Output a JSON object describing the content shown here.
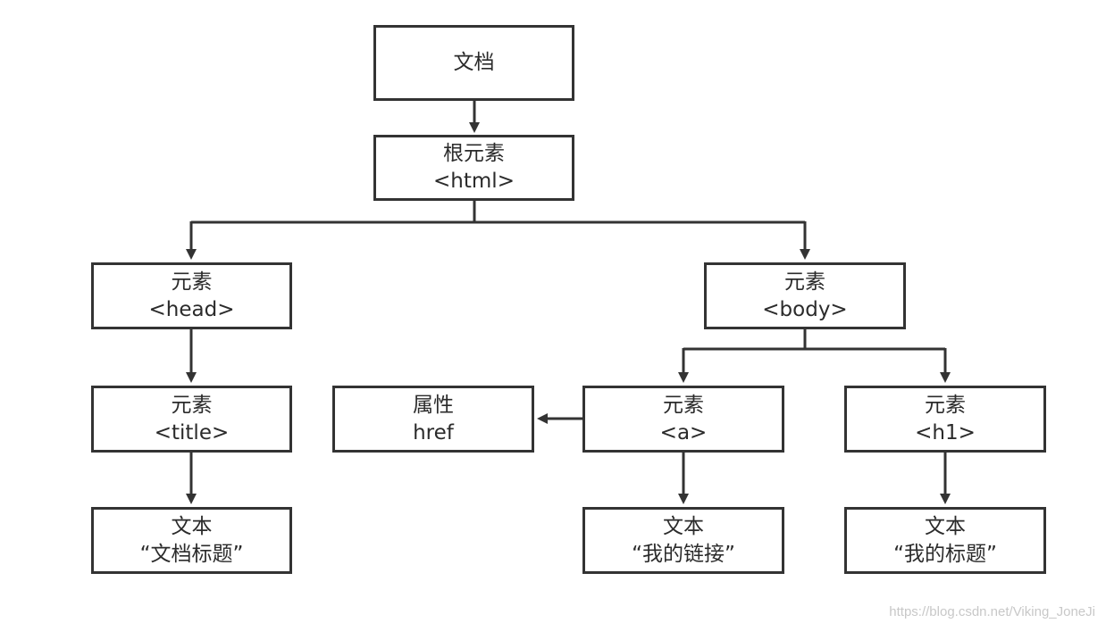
{
  "nodes": {
    "document": {
      "line1": "文档"
    },
    "html": {
      "line1": "根元素",
      "line2": "<html>"
    },
    "head": {
      "line1": "元素",
      "line2": "<head>"
    },
    "body": {
      "line1": "元素",
      "line2": "<body>"
    },
    "title": {
      "line1": "元素",
      "line2": "<title>"
    },
    "attribute": {
      "line1": "属性",
      "line2": "href"
    },
    "a": {
      "line1": "元素",
      "line2": "<a>"
    },
    "h1": {
      "line1": "元素",
      "line2": "<h1>"
    },
    "text_title": {
      "line1": "文本",
      "line2": "“文档标题”"
    },
    "text_a": {
      "line1": "文本",
      "line2": "“我的链接”"
    },
    "text_h1": {
      "line1": "文本",
      "line2": "“我的标题”"
    }
  },
  "watermark": "https://blog.csdn.net/Viking_JoneJi",
  "colors": {
    "stroke": "#333333",
    "text": "#2b2b2b",
    "background": "#ffffff"
  }
}
